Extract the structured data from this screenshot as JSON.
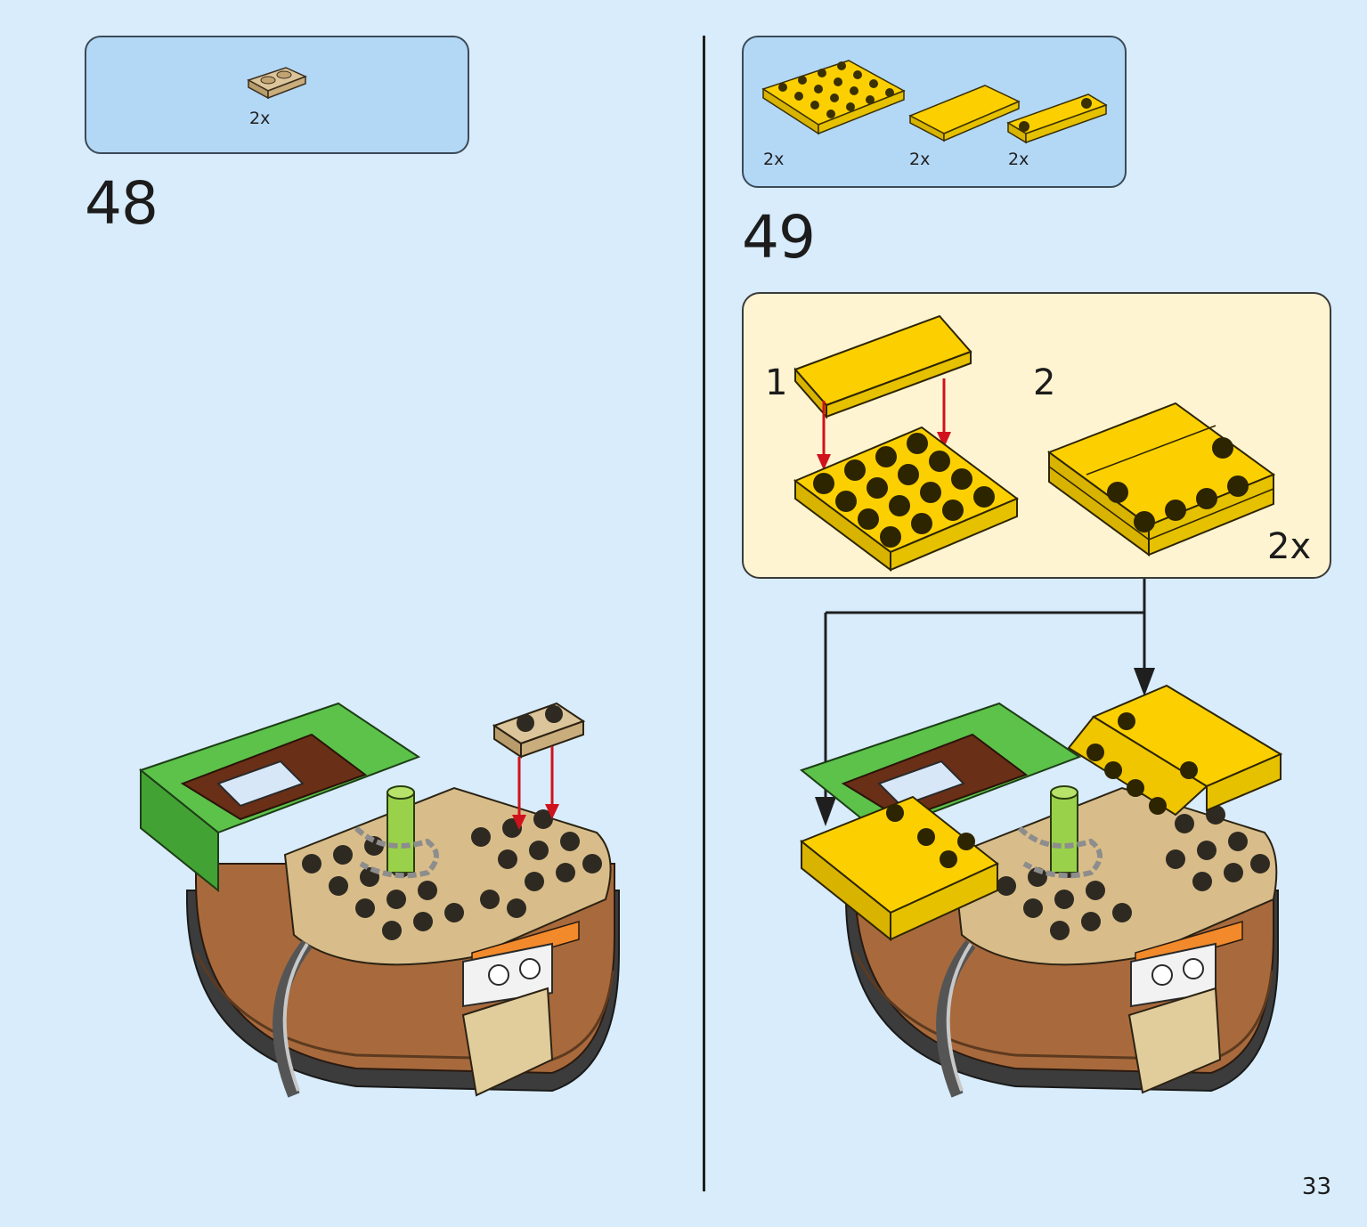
{
  "step48": {
    "number": "48",
    "parts": [
      {
        "icon": "tan-plate-1x2-icon",
        "quantity": "2x"
      }
    ]
  },
  "step49": {
    "number": "49",
    "parts": [
      {
        "icon": "yellow-plate-4x4-icon",
        "quantity": "2x"
      },
      {
        "icon": "yellow-tile-2x4-icon",
        "quantity": "2x"
      },
      {
        "icon": "yellow-plate-1x4-icon",
        "quantity": "2x"
      }
    ],
    "subassembly": {
      "steps": [
        {
          "label": "1"
        },
        {
          "label": "2"
        }
      ],
      "multiplier": "2x"
    }
  },
  "page_number": "33",
  "colors": {
    "background": "#d8ecfb",
    "parts_box": "#b3d8f6",
    "subassembly_box": "#fff4d2",
    "brick_yellow": "#fcd000",
    "brick_tan": "#d8bd8a",
    "brick_brown": "#a86a3c",
    "brick_green": "#4caf3b",
    "arrow_red": "#d0121c"
  }
}
